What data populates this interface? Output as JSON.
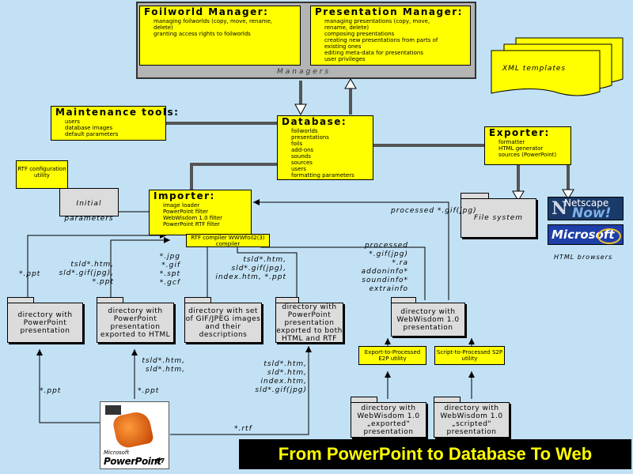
{
  "foilworld": {
    "title": "Foilworld Manager:",
    "items": [
      "managing foilworlds (copy, move, rename,",
      "delete)",
      "granting access rights to foilworlds"
    ]
  },
  "presentation": {
    "title": "Presentation Manager:",
    "items": [
      "managing presentations (copy, move,",
      "rename, delete)",
      "composing presentations",
      "creating new presentations from parts of",
      "existing ones",
      "editing meta-data for presentations",
      "user privileges"
    ]
  },
  "managers_label": "Managers",
  "xml_templates": "XML templates",
  "maintenance": {
    "title": "Maintenance tools:",
    "items": [
      "users",
      "database images",
      "default parameters"
    ]
  },
  "database": {
    "title": "Database:",
    "items": [
      "foilworlds",
      "presentations",
      "foils",
      "add-ons",
      "sounds",
      "sources",
      "users",
      "formatting parameters"
    ]
  },
  "exporter": {
    "title": "Exporter:",
    "items": [
      "formatter",
      "HTML generator",
      "sources (PowerPoint)"
    ]
  },
  "importer": {
    "title": "Importer:",
    "items": [
      "image loader",
      "PowerPoint filter",
      "WebWisdom 1.0 filter",
      "PowerPoint RTF filter"
    ]
  },
  "rtf_config": "RTF configuration utility",
  "initial_params": "Initial parameters",
  "file_system": "File system",
  "rtf_compiler": "RTF compiler WWWfoil2(3) compiler",
  "netscape_text": "Netscape",
  "netscape_now": "Now!",
  "microsoft_text": "Microsoft",
  "html_browsers": "HTML browsers",
  "processed_gif": "processed *.gif(jpg)",
  "processed_list": "processed *.gif(jpg) *.ra addoninfo* soundinfo* extrainfo",
  "lbl_ppt_left": "*.ppt",
  "lbl_tsld1": "tsld*.htm, sld*.gif(jpg), *.ppt",
  "lbl_jpg": "*.jpg *.gif *.spt *.gcf",
  "lbl_tsld2": "tsld*.htm, sld*.gif(jpg), index.htm, *.ppt",
  "folder1": "directory with PowerPoint presentation",
  "folder2": "directory with PowerPoint presentation exported to HTML",
  "folder3": "directory with set of GIF/JPEG images and their descriptions",
  "folder4": "directory with PowerPoint presentation exported to both HTML and RTF",
  "folder5": "directory with WebWisdom 1.0 presentation",
  "export_e2p": "Export-to-Processed E2P utility",
  "script_s2p": "Script-to-Processed S2P utility",
  "folder6": "directory with WebWisdom 1.0 „exported\" presentation",
  "folder7": "directory with WebWisdom 1.0 „scripted\" presentation",
  "lbl_tsld3": "tsld*.htm, sld*.htm,",
  "lbl_ppt_bottom1": "*.ppt",
  "lbl_ppt_bottom2": "*.ppt",
  "lbl_tsld4": "tsld*.htm, sld*.htm, index.htm, sld*.gif(jpg)",
  "lbl_rtf": "*.rtf",
  "ppt_product_small": "Microsoft",
  "ppt_product": "PowerPoint",
  "ppt_version": "97",
  "banner": "From PowerPoint to Database To Web"
}
